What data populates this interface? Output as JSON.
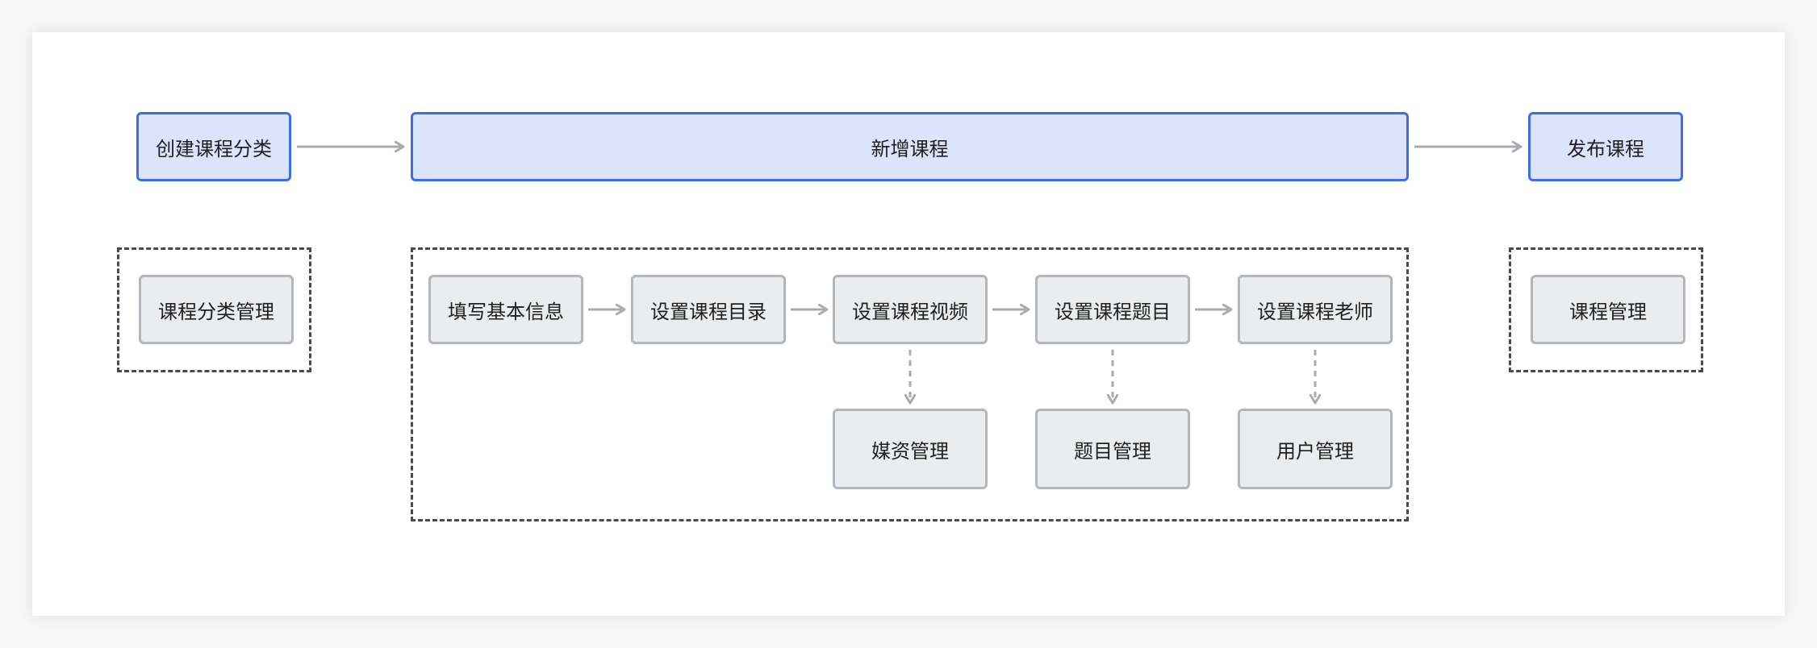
{
  "colors": {
    "primary_fill": "#dbe4fb",
    "primary_border": "#3d6ee8",
    "step_fill": "#ebecee",
    "step_border": "#b3b6ba",
    "group_border": "#4a4a4a",
    "arrow": "#a8abb0"
  },
  "stages": {
    "create_category": "创建课程分类",
    "add_course": "新增课程",
    "publish_course": "发布课程"
  },
  "category_group": {
    "category_management": "课程分类管理"
  },
  "course_group": {
    "steps": [
      "填写基本信息",
      "设置课程目录",
      "设置课程视频",
      "设置课程题目",
      "设置课程老师"
    ],
    "modules": [
      "媒资管理",
      "题目管理",
      "用户管理"
    ]
  },
  "publish_group": {
    "course_management": "课程管理"
  }
}
